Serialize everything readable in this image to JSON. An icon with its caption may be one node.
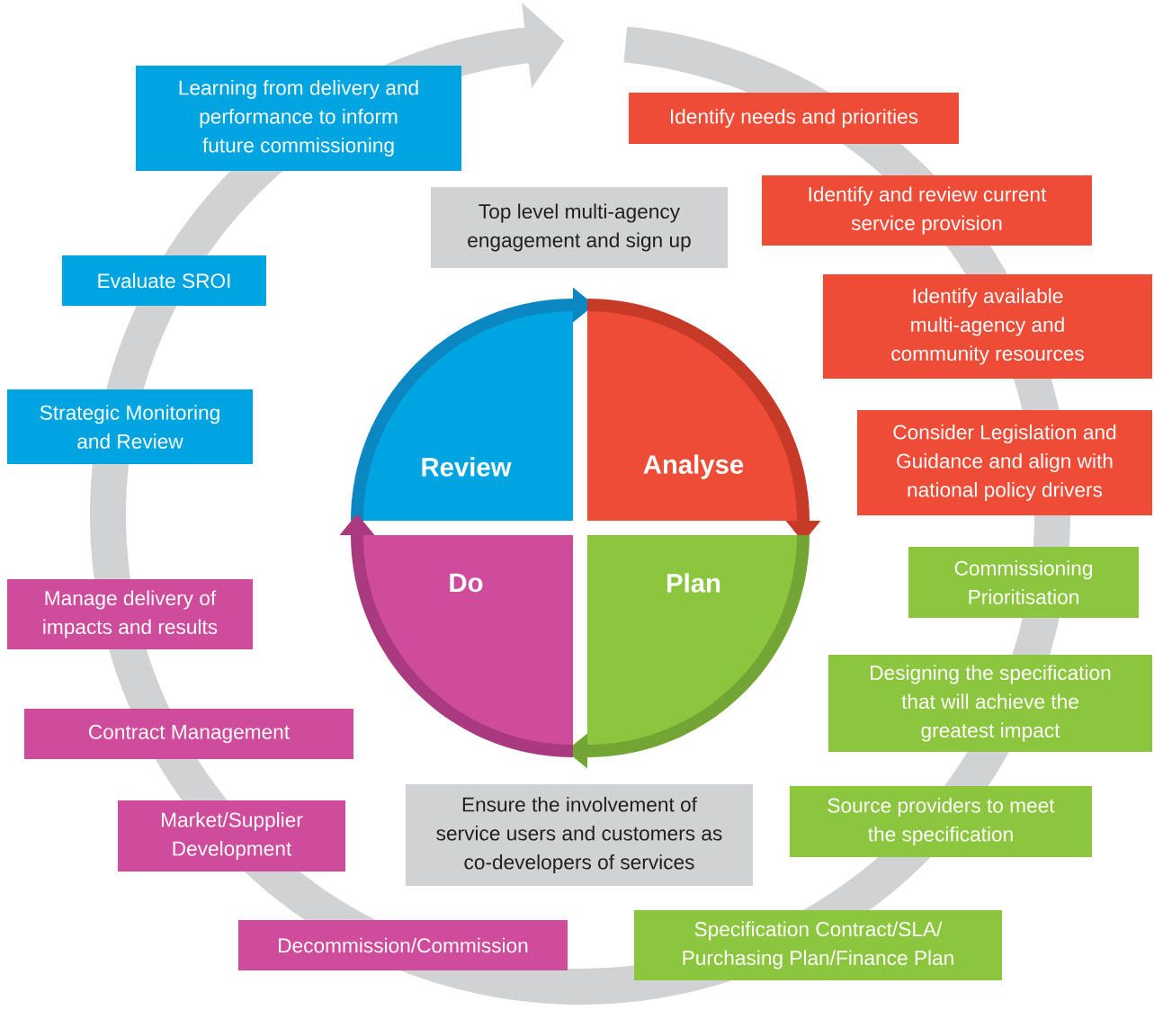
{
  "diagram": {
    "nodes": [
      {
        "text": [
          "Learning from delivery and performance to inform future commissioning"
        ]
      },
      {
        "text": [
          "Evaluate SROI"
        ]
      },
      {
        "text": [
          "Strategic Monitoring and Review"
        ]
      },
      {
        "text": [
          "Manage delivery of impacts and results"
        ]
      },
      {
        "text": [
          "Contract Management"
        ]
      },
      {
        "text": [
          "Market/Supplier Development"
        ]
      },
      {
        "text": [
          "Decommission/Commission"
        ]
      },
      {
        "text": [
          "Identify needs and priorities"
        ]
      },
      {
        "text": [
          "Identify and review current service provision"
        ]
      },
      {
        "text": [
          "Identify available multi-agency and community resources"
        ]
      },
      {
        "text": [
          "Consider Legislation and Guidance and align with national policy drivers"
        ]
      },
      {
        "text": [
          "Commissioning Prioritisation"
        ]
      },
      {
        "text": [
          "Designing the specification that will achieve the greatest impact"
        ]
      },
      {
        "text": [
          "Source providers to meet the specification"
        ]
      },
      {
        "text": [
          "Specification Contract/SLA/ Purchasing Plan/Finance Plan"
        ]
      },
      {
        "text": [
          "Top level multi-agency engagement and sign up"
        ]
      },
      {
        "text": [
          "Ensure the involvement of service users and customers as co-developers of services"
        ]
      },
      {
        "text": [
          "Review"
        ]
      },
      {
        "text": [
          "Analyse"
        ]
      },
      {
        "text": [
          "Plan"
        ]
      },
      {
        "text": [
          "Do"
        ]
      }
    ],
    "edges": [
      {
        "from": 17,
        "to": 18,
        "arrow": "to",
        "color": "#0b87c1"
      },
      {
        "from": 18,
        "to": 19,
        "arrow": "to",
        "color": "#c73a28"
      },
      {
        "from": 19,
        "to": 20,
        "arrow": "to",
        "color": "#73a534"
      },
      {
        "from": 20,
        "to": 17,
        "arrow": "to",
        "color": "#a93a80"
      }
    ]
  }
}
